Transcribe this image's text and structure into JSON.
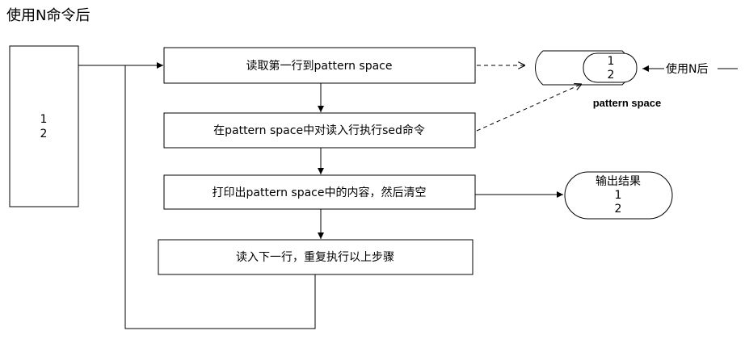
{
  "title": "使用N命令后",
  "input_lines": [
    "1",
    "2"
  ],
  "steps": [
    "读取第一行到pattern space",
    "在pattern space中对读入行执行sed命令",
    "打印出pattern space中的内容，然后清空",
    "读入下一行，重复执行以上步骤"
  ],
  "pattern_space": {
    "label": "pattern space",
    "lines": [
      "1",
      "2"
    ],
    "note": "使用N后"
  },
  "output": {
    "label": "输出结果",
    "lines": [
      "1",
      "2"
    ]
  }
}
